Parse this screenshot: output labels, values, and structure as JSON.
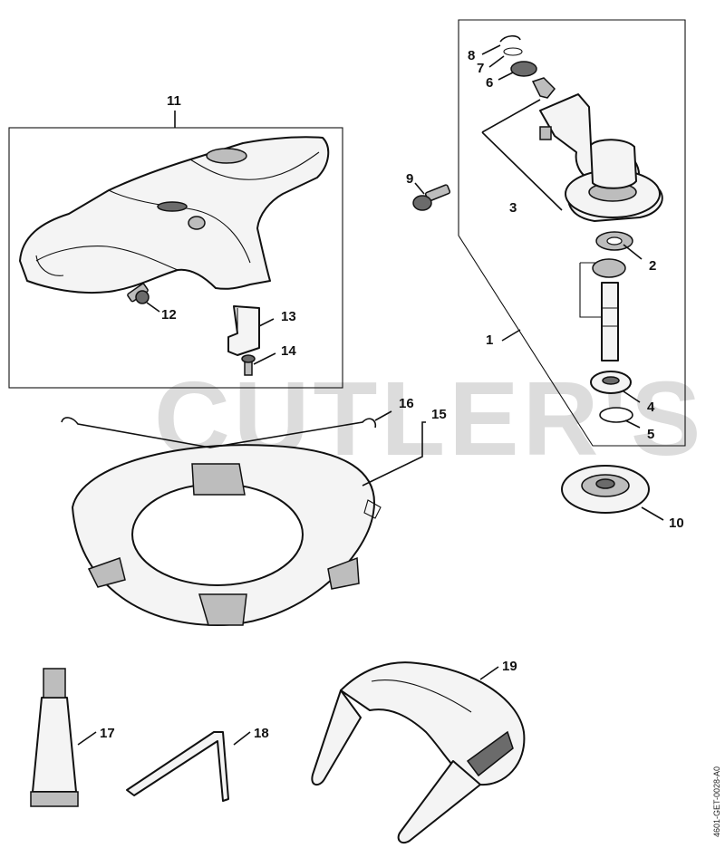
{
  "watermark": "CUTLER'S",
  "document_id": "4601-GET-0028-A0",
  "callouts": {
    "c1": "1",
    "c2": "2",
    "c3": "3",
    "c4": "4",
    "c5": "5",
    "c6": "6",
    "c7": "7",
    "c8": "8",
    "c9": "9",
    "c10": "10",
    "c11": "11",
    "c12": "12",
    "c13": "13",
    "c14": "14",
    "c15": "15",
    "c16": "16",
    "c17": "17",
    "c18": "18",
    "c19": "19"
  }
}
